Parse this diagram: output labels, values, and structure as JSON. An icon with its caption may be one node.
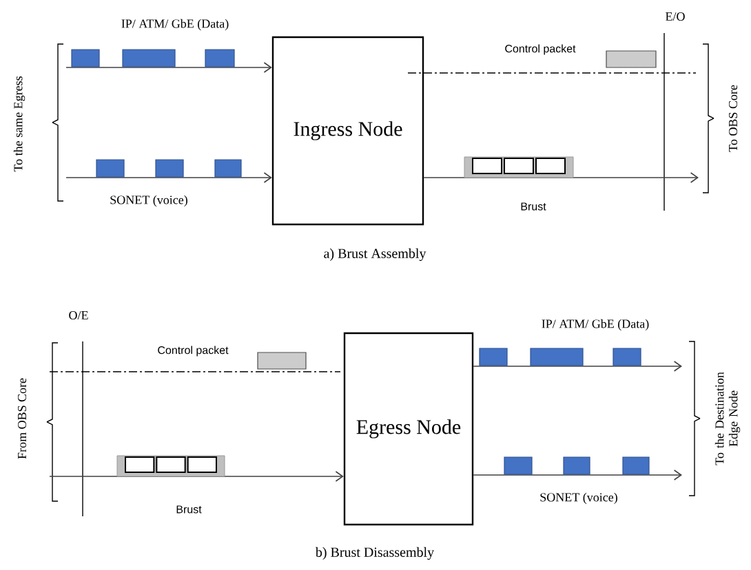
{
  "diagram": {
    "nodes": [
      {
        "text": [
          "Ingress Node"
        ]
      },
      {
        "text": [
          "Egress Node"
        ]
      }
    ],
    "edges": [
      {
        "from": null,
        "to": 0,
        "arrow": "to",
        "label": "IP/ ATM/ GbE (Data)"
      },
      {
        "from": null,
        "to": 0,
        "arrow": "to",
        "label": "SONET (voice)"
      },
      {
        "from": 0,
        "to": null,
        "arrow": "to",
        "label": "Brust"
      },
      {
        "from": null,
        "to": 1,
        "arrow": "to",
        "label": "Brust"
      },
      {
        "from": 1,
        "to": null,
        "arrow": "to",
        "label": "IP/ ATM/ GbE (Data)"
      },
      {
        "from": 1,
        "to": null,
        "arrow": "to",
        "label": "SONET (voice)"
      }
    ],
    "labels": [
      "E/O",
      "Control packet",
      "To the same Egress",
      "To OBS Core",
      "a) Brust Assembly",
      "O/E",
      "Control packet",
      "From OBS Core",
      "To the Destination Edge Node",
      "b) Brust Disassembly"
    ]
  }
}
